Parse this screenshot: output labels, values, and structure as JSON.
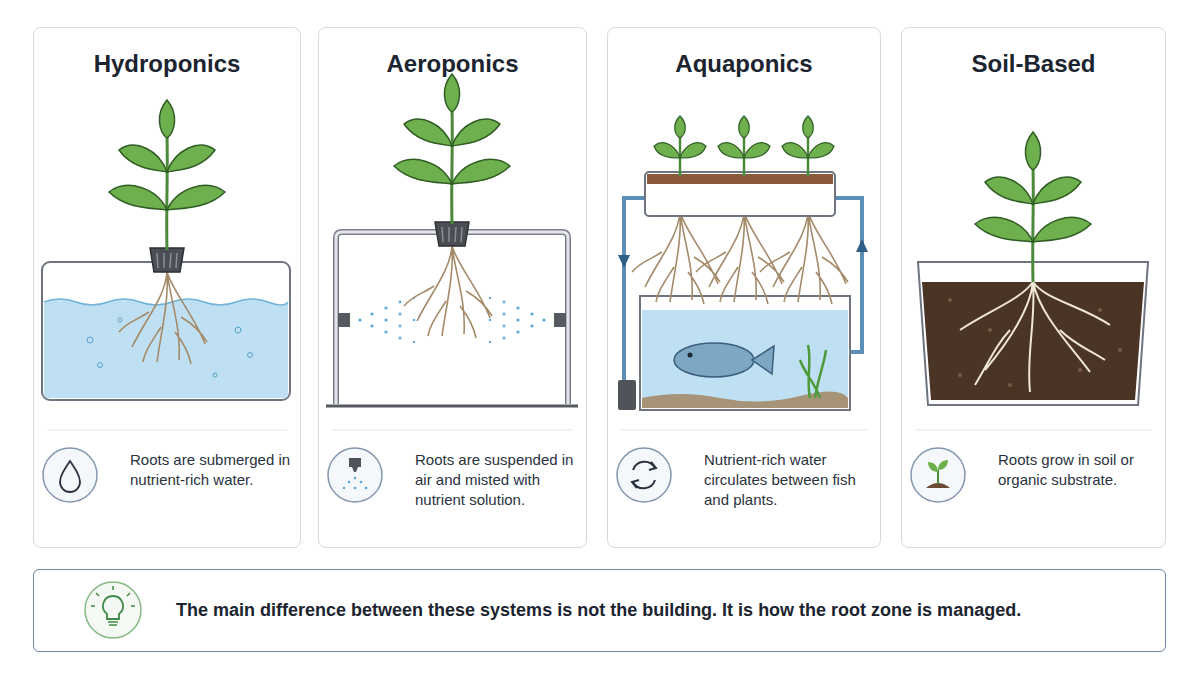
{
  "diagram": {
    "nodes": [
      {
        "text": [
          "Hydroponics",
          "Roots are submerged in nutrient-rich water."
        ]
      },
      {
        "text": [
          "Aeroponics",
          "Roots are suspended in air and misted with nutrient solution."
        ]
      },
      {
        "text": [
          "Aquaponics",
          "Nutrient-rich water circulates between fish and plants."
        ]
      },
      {
        "text": [
          "Soil-Based",
          "Roots grow in soil or organic substrate."
        ]
      },
      {
        "text": [
          "The main difference between these systems is not the building. It is how the root zone is managed."
        ]
      }
    ]
  }
}
